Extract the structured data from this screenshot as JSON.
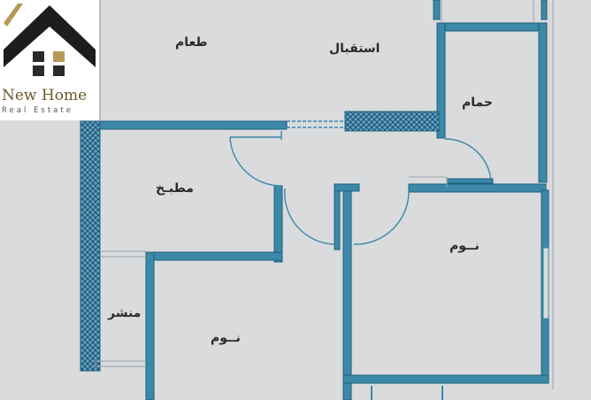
{
  "logo": {
    "brand": "New Home",
    "tagline": "Real Estate",
    "colors": {
      "roof": "#1d1d1d",
      "accent": "#b39a57",
      "window": "#2a2a2a"
    }
  },
  "rooms": [
    {
      "id": "dining",
      "label": "طعام"
    },
    {
      "id": "reception",
      "label": "استقبال"
    },
    {
      "id": "bathroom",
      "label": "حمام"
    },
    {
      "id": "kitchen",
      "label": "مطبـخ"
    },
    {
      "id": "bedroom-right",
      "label": "نــوم"
    },
    {
      "id": "laundry",
      "label": "منشر"
    },
    {
      "id": "bedroom-left",
      "label": "نــوم"
    }
  ],
  "colors": {
    "wall": "#3c88a8",
    "wall_edge": "#1e5f7e",
    "paper": "#d9dbdc",
    "hatch": "#2a5f80"
  }
}
